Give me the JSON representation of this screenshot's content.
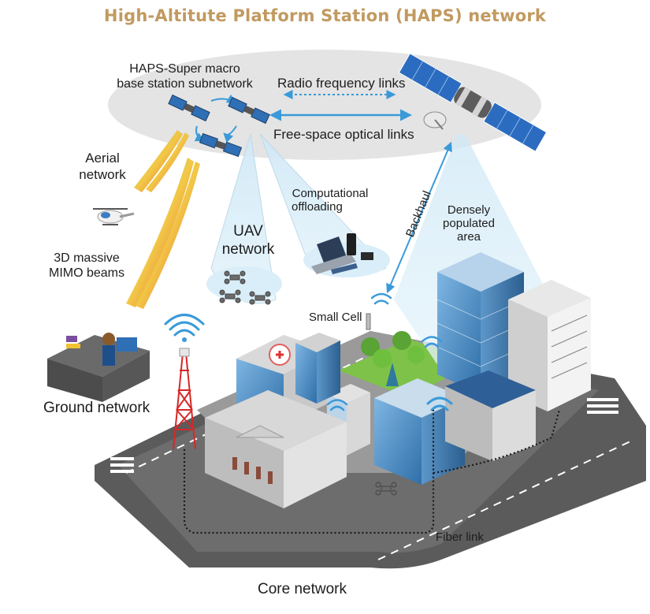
{
  "title": "High-Altitute Platform Station (HAPS) network",
  "labels": {
    "haps_subnetwork": [
      "HAPS-Super macro",
      "base station subnetwork"
    ],
    "radio_links": "Radio frequency links",
    "fso_links": "Free-space optical links",
    "aerial_network": [
      "Aerial",
      "network"
    ],
    "computational_offloading": [
      "Computational",
      "offloading"
    ],
    "backhaul": "Backhaul",
    "densely_populated": [
      "Densely",
      "populated",
      "area"
    ],
    "uav_network": [
      "UAV",
      "network"
    ],
    "mimo_beams": [
      "3D massive",
      "MIMO beams"
    ],
    "small_cell": "Small Cell",
    "ground_network": "Ground network",
    "fiber_link": "Fiber link",
    "core_network": "Core network"
  },
  "colors": {
    "title": "#c19a60",
    "link_arrows": "#3a9ad9",
    "beam_area": "#d6ecf7",
    "cloud": "#e4e4e4",
    "road": "#5a5a5a",
    "grass": "#7ec24a",
    "tower": "#d62828"
  }
}
